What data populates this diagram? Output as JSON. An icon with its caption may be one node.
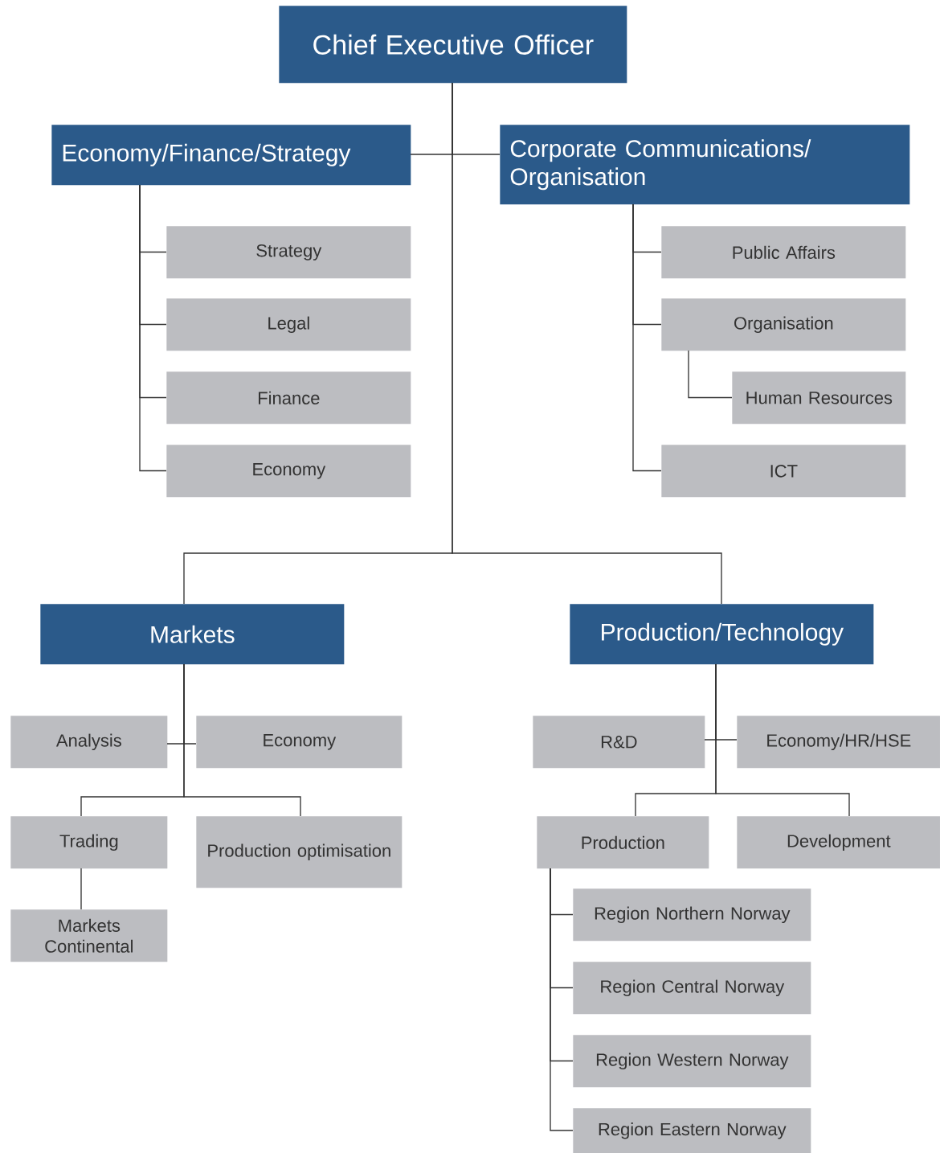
{
  "diagram": {
    "nodes": [
      {
        "text": [
          "Chief Executive Officer"
        ]
      },
      {
        "text": [
          "Economy/Finance/Strategy"
        ]
      },
      {
        "text": [
          "Corporate Communications/ Organisation"
        ]
      },
      {
        "text": [
          "Strategy"
        ]
      },
      {
        "text": [
          "Legal"
        ]
      },
      {
        "text": [
          "Finance"
        ]
      },
      {
        "text": [
          "Economy"
        ]
      },
      {
        "text": [
          "Public Affairs"
        ]
      },
      {
        "text": [
          "Organisation"
        ]
      },
      {
        "text": [
          "Human Resources"
        ]
      },
      {
        "text": [
          "ICT"
        ]
      },
      {
        "text": [
          "Markets"
        ]
      },
      {
        "text": [
          "Production/Technology"
        ]
      },
      {
        "text": [
          "Analysis"
        ]
      },
      {
        "text": [
          "Economy"
        ]
      },
      {
        "text": [
          "Trading"
        ]
      },
      {
        "text": [
          "Production optimisation"
        ]
      },
      {
        "text": [
          "Markets Continental"
        ]
      },
      {
        "text": [
          "R&D"
        ]
      },
      {
        "text": [
          "Economy/HR/HSE"
        ]
      },
      {
        "text": [
          "Production"
        ]
      },
      {
        "text": [
          "Development"
        ]
      },
      {
        "text": [
          "Region Northern Norway"
        ]
      },
      {
        "text": [
          "Region Central Norway"
        ]
      },
      {
        "text": [
          "Region Western Norway"
        ]
      },
      {
        "text": [
          "Region Eastern Norway"
        ]
      }
    ],
    "edges": [
      {
        "from": 0,
        "to": 1,
        "arrow": "none"
      },
      {
        "from": 0,
        "to": 2,
        "arrow": "none"
      },
      {
        "from": 0,
        "to": 11,
        "arrow": "none"
      },
      {
        "from": 0,
        "to": 12,
        "arrow": "none"
      },
      {
        "from": 1,
        "to": 3,
        "arrow": "none"
      },
      {
        "from": 1,
        "to": 4,
        "arrow": "none"
      },
      {
        "from": 1,
        "to": 5,
        "arrow": "none"
      },
      {
        "from": 1,
        "to": 6,
        "arrow": "none"
      },
      {
        "from": 2,
        "to": 7,
        "arrow": "none"
      },
      {
        "from": 2,
        "to": 8,
        "arrow": "none"
      },
      {
        "from": 8,
        "to": 9,
        "arrow": "none"
      },
      {
        "from": 2,
        "to": 10,
        "arrow": "none"
      },
      {
        "from": 11,
        "to": 13,
        "arrow": "none"
      },
      {
        "from": 11,
        "to": 14,
        "arrow": "none"
      },
      {
        "from": 11,
        "to": 15,
        "arrow": "none"
      },
      {
        "from": 11,
        "to": 16,
        "arrow": "none"
      },
      {
        "from": 15,
        "to": 17,
        "arrow": "none"
      },
      {
        "from": 12,
        "to": 18,
        "arrow": "none"
      },
      {
        "from": 12,
        "to": 19,
        "arrow": "none"
      },
      {
        "from": 12,
        "to": 20,
        "arrow": "none"
      },
      {
        "from": 12,
        "to": 21,
        "arrow": "none"
      },
      {
        "from": 20,
        "to": 22,
        "arrow": "none"
      },
      {
        "from": 20,
        "to": 23,
        "arrow": "none"
      },
      {
        "from": 20,
        "to": 24,
        "arrow": "none"
      },
      {
        "from": 20,
        "to": 25,
        "arrow": "none"
      }
    ]
  }
}
